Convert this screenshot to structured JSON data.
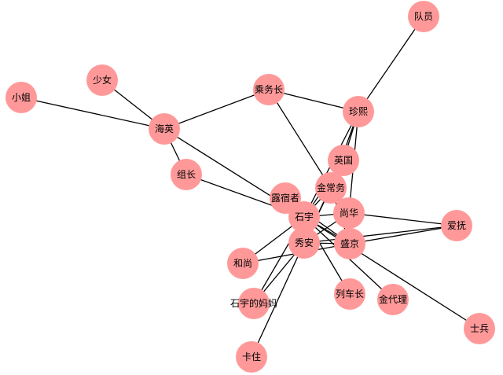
{
  "graph": {
    "node_color": "#ff9999",
    "edge_color": "#000000",
    "background": "#ffffff",
    "nodes": [
      {
        "id": "队员",
        "label": "队员"
      },
      {
        "id": "少女",
        "label": "少女"
      },
      {
        "id": "小姐",
        "label": "小姐"
      },
      {
        "id": "乘务长",
        "label": "乘务长"
      },
      {
        "id": "珍熙",
        "label": "珍熙"
      },
      {
        "id": "海英",
        "label": "海英"
      },
      {
        "id": "英国",
        "label": "英国"
      },
      {
        "id": "组长",
        "label": "组长"
      },
      {
        "id": "金常务",
        "label": "金常务"
      },
      {
        "id": "露宿者",
        "label": "露宿者"
      },
      {
        "id": "尚华",
        "label": "尚华"
      },
      {
        "id": "石宇",
        "label": "石宇"
      },
      {
        "id": "爱抚",
        "label": "爱抚"
      },
      {
        "id": "秀安",
        "label": "秀安"
      },
      {
        "id": "盛京",
        "label": "盛京"
      },
      {
        "id": "和尚",
        "label": "和尚"
      },
      {
        "id": "列车长",
        "label": "列车长"
      },
      {
        "id": "金代理",
        "label": "金代理"
      },
      {
        "id": "石宇的妈妈",
        "label": "石宇的妈妈"
      },
      {
        "id": "士兵",
        "label": "士兵"
      },
      {
        "id": "卡住",
        "label": "卡住"
      }
    ],
    "edges": [
      [
        "队员",
        "珍熙"
      ],
      [
        "少女",
        "海英"
      ],
      [
        "小姐",
        "海英"
      ],
      [
        "海英",
        "乘务长"
      ],
      [
        "海英",
        "组长"
      ],
      [
        "海英",
        "石宇"
      ],
      [
        "乘务长",
        "珍熙"
      ],
      [
        "乘务长",
        "金常务"
      ],
      [
        "珍熙",
        "英国"
      ],
      [
        "珍熙",
        "金常务"
      ],
      [
        "珍熙",
        "尚华"
      ],
      [
        "珍熙",
        "石宇"
      ],
      [
        "英国",
        "金常务"
      ],
      [
        "英国",
        "石宇"
      ],
      [
        "英国",
        "秀安"
      ],
      [
        "组长",
        "石宇"
      ],
      [
        "金常务",
        "石宇"
      ],
      [
        "金常务",
        "盛京"
      ],
      [
        "金常务",
        "秀安"
      ],
      [
        "露宿者",
        "石宇"
      ],
      [
        "露宿者",
        "盛京"
      ],
      [
        "尚华",
        "石宇"
      ],
      [
        "尚华",
        "盛京"
      ],
      [
        "尚华",
        "爱抚"
      ],
      [
        "尚华",
        "秀安"
      ],
      [
        "石宇",
        "秀安"
      ],
      [
        "石宇",
        "盛京"
      ],
      [
        "石宇",
        "和尚"
      ],
      [
        "石宇",
        "石宇的妈妈"
      ],
      [
        "石宇",
        "列车长"
      ],
      [
        "石宇",
        "金代理"
      ],
      [
        "石宇",
        "士兵"
      ],
      [
        "秀安",
        "盛京"
      ],
      [
        "秀安",
        "爱抚"
      ],
      [
        "秀安",
        "石宇的妈妈"
      ],
      [
        "秀安",
        "卡住"
      ],
      [
        "盛京",
        "爱抚"
      ],
      [
        "盛京",
        "和尚"
      ]
    ]
  }
}
